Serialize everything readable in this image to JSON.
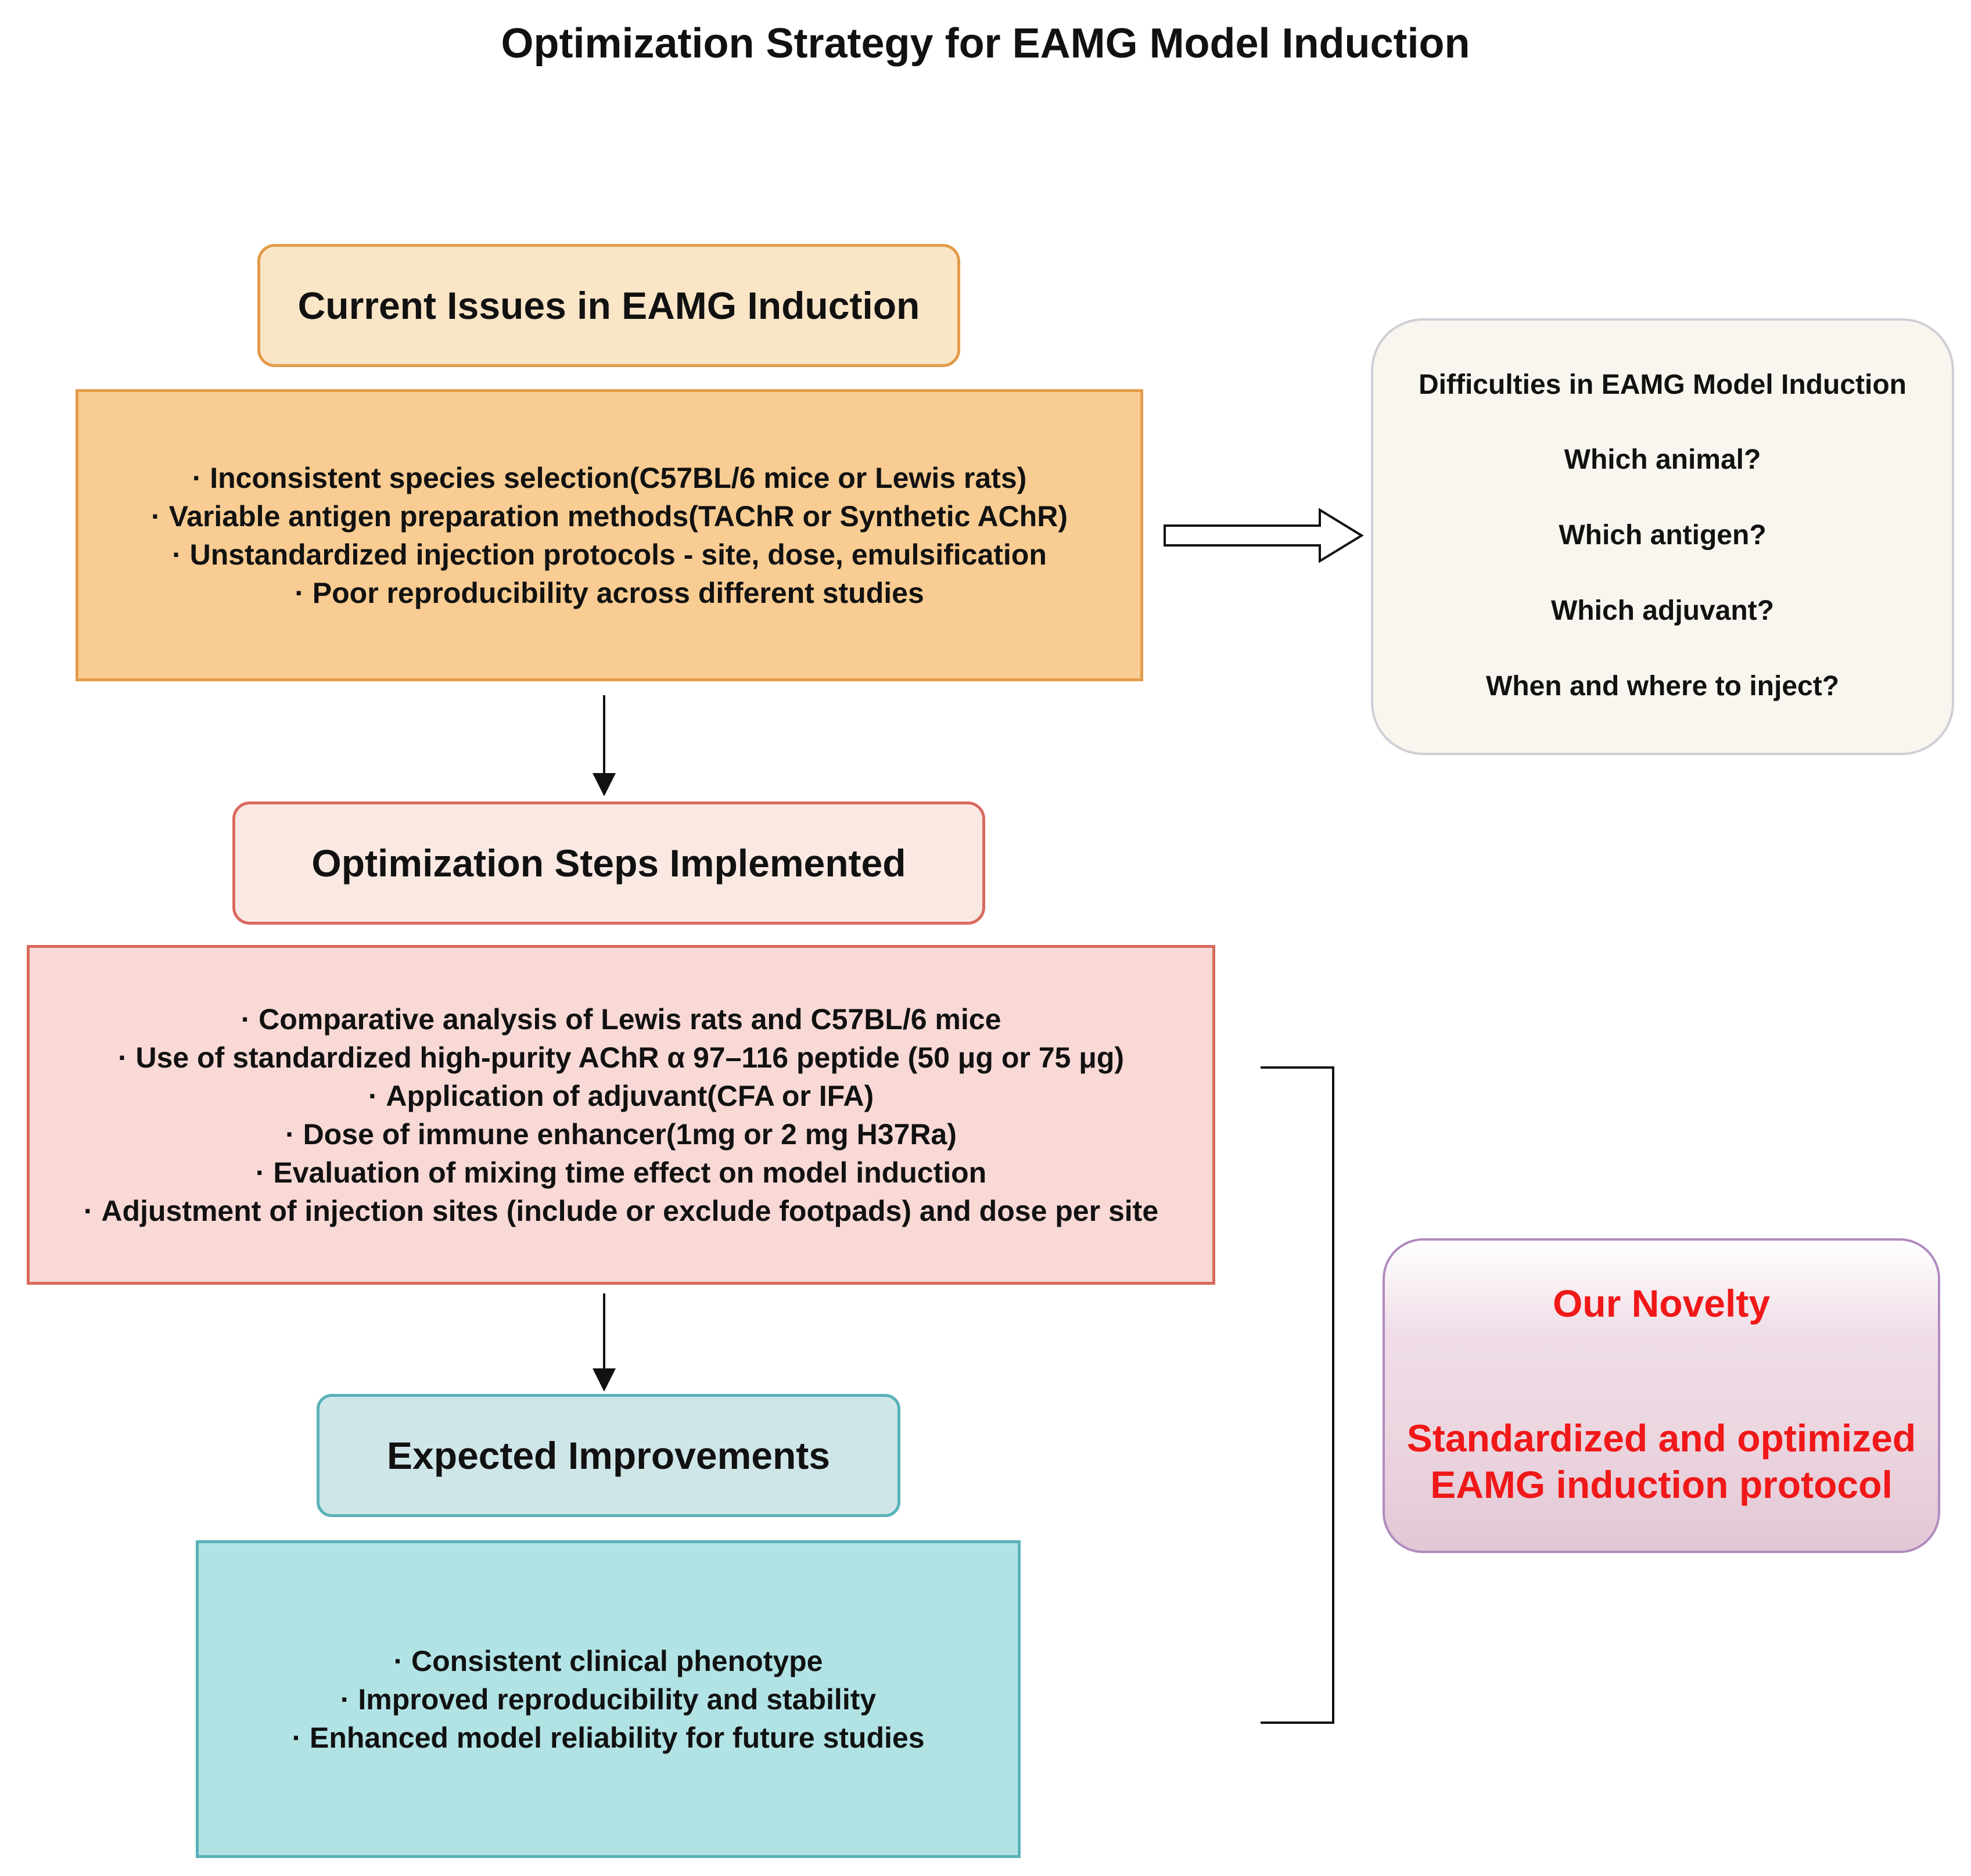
{
  "title": "Optimization Strategy for EAMG Model Induction",
  "current_issues": {
    "heading": "Current Issues in EAMG Induction",
    "items": [
      "Inconsistent species selection(C57BL/6 mice or Lewis rats)",
      "Variable antigen preparation methods(TAChR or Synthetic AChR)",
      "Unstandardized injection protocols - site, dose, emulsification",
      "Poor reproducibility across different studies"
    ]
  },
  "difficulties": {
    "heading": "Difficulties in EAMG Model Induction",
    "questions": [
      "Which animal?",
      "Which antigen?",
      "Which adjuvant?",
      "When and where to inject?"
    ]
  },
  "optimization_steps": {
    "heading": "Optimization Steps Implemented",
    "items": [
      "Comparative analysis of Lewis rats and C57BL/6 mice",
      "Use of standardized high-purity AChR α 97–116 peptide (50 μg or 75 μg)",
      "Application of adjuvant(CFA or IFA)",
      "Dose of immune enhancer(1mg or 2 mg H37Ra)",
      "Evaluation of mixing time effect on model induction",
      "Adjustment of injection sites (include or exclude footpads) and dose per site"
    ]
  },
  "expected_improvements": {
    "heading": "Expected Improvements",
    "items": [
      "Consistent clinical phenotype",
      "Improved reproducibility and stability",
      "Enhanced model reliability for future studies"
    ]
  },
  "novelty": {
    "heading": "Our Novelty",
    "text": "Standardized and optimized EAMG induction protocol"
  },
  "colors": {
    "issues_fill": "#f8cc92",
    "steps_fill": "#f8d9d5",
    "improvements_fill": "#b1e3e5",
    "novelty_text": "#f01818"
  }
}
